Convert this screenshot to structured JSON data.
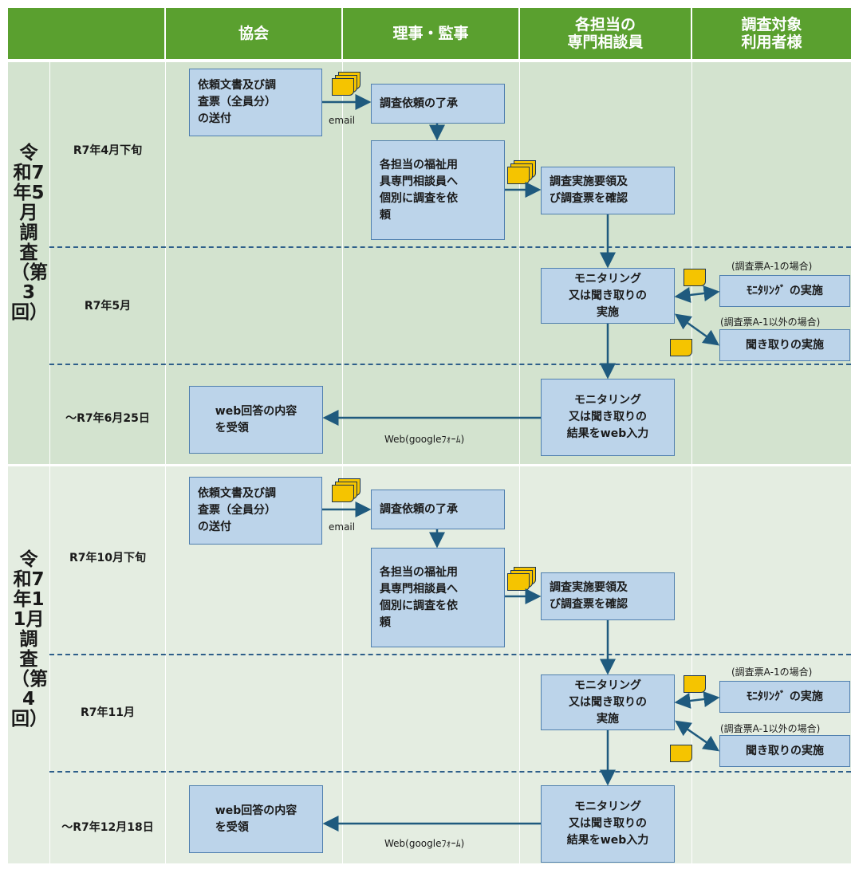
{
  "header": {
    "col_association": "協会",
    "col_directors": "理事・監事",
    "col_consultants": "各担当の\n専門相談員",
    "col_users": "調査対象\n利用者様"
  },
  "periods": [
    {
      "label": "令和7年5月調査（第3回）",
      "rows": [
        "R7年4月下旬",
        "R7年5月",
        "～R7年6月25日"
      ],
      "boxes": {
        "send": "依頼文書及び調\n査票（全員分）\nの送付",
        "accept": "調査依頼の了承",
        "request": "各担当の福祉用\n具専門相談員へ\n個別に調査を依\n頼",
        "confirm": "調査実施要領及\nび調査票を確認",
        "monitor": "モニタリング\n又は聞き取りの\n実施",
        "monitor_do": "ﾓﾆﾀﾘﾝｸﾞ の実施",
        "hearing_do": "聞き取りの実施",
        "input": "モニタリング\n又は聞き取りの\n結果をweb入力",
        "receive": "web回答の内容\nを受領"
      },
      "notes": {
        "email": "email",
        "a1": "(調査票A-1の場合)",
        "non_a1": "(調査票A-1以外の場合)",
        "web": "Web(googleﾌｫｰﾑ)"
      }
    },
    {
      "label": "令和7年11月調査（第4回）",
      "rows": [
        "R7年10月下旬",
        "R7年11月",
        "～R7年12月18日"
      ],
      "boxes": {
        "send": "依頼文書及び調\n査票（全員分）\nの送付",
        "accept": "調査依頼の了承",
        "request": "各担当の福祉用\n具専門相談員へ\n個別に調査を依\n頼",
        "confirm": "調査実施要領及\nび調査票を確認",
        "monitor": "モニタリング\n又は聞き取りの\n実施",
        "monitor_do": "ﾓﾆﾀﾘﾝｸﾞ の実施",
        "hearing_do": "聞き取りの実施",
        "input": "モニタリング\n又は聞き取りの\n結果をweb入力",
        "receive": "web回答の内容\nを受領"
      },
      "notes": {
        "email": "email",
        "a1": "(調査票A-1の場合)",
        "non_a1": "(調査票A-1以外の場合)",
        "web": "Web(googleﾌｫｰﾑ)"
      }
    }
  ],
  "colors": {
    "header_bg": "#5aa02f",
    "period1_bg": "#d3e3cf",
    "period2_bg": "#e4ede1",
    "box_bg": "#bcd4ea",
    "arrow": "#1f5a7e",
    "doc": "#f5c400"
  }
}
